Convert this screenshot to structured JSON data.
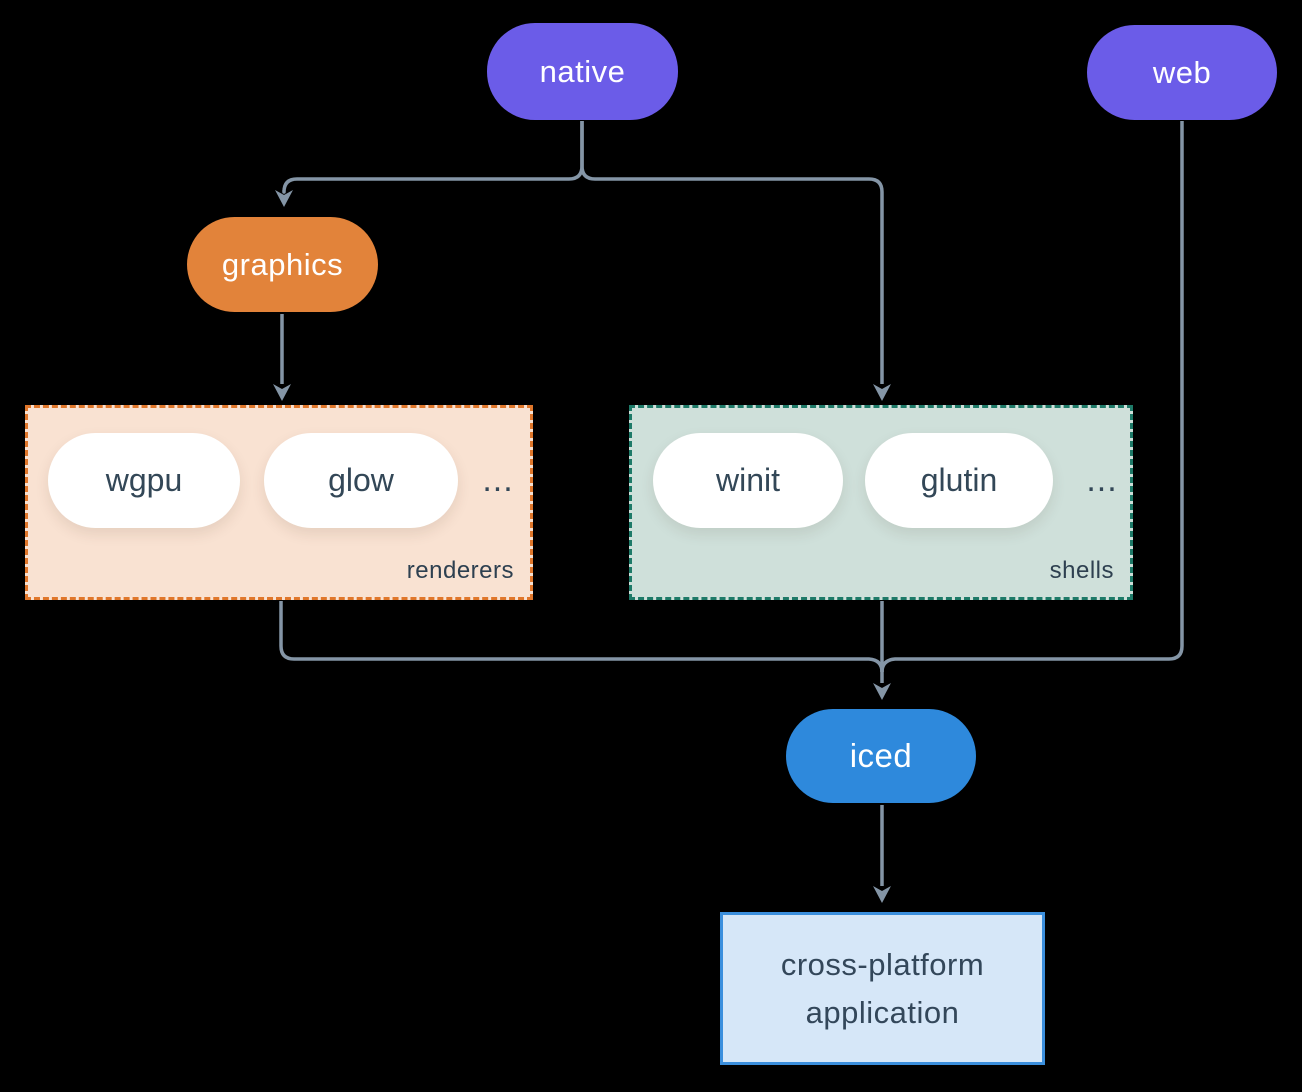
{
  "background": "#000000",
  "edge_color": "#8495a6",
  "nodes": {
    "native": {
      "label": "native",
      "fill": "#6b5ce8",
      "text_color": "#ffffff"
    },
    "web": {
      "label": "web",
      "fill": "#6b5ce8",
      "text_color": "#ffffff"
    },
    "graphics": {
      "label": "graphics",
      "fill": "#e2833a",
      "text_color": "#ffffff"
    },
    "iced": {
      "label": "iced",
      "fill": "#2e89dc",
      "text_color": "#ffffff"
    },
    "application": {
      "line1": "cross-platform",
      "line2": "application",
      "fill": "#d6e7f8",
      "border_color": "#3b8fdd",
      "text_color": "#33475a"
    }
  },
  "groups": {
    "renderers": {
      "label": "renderers",
      "fill": "#f9e2d2",
      "border_color": "#e0772b",
      "items": [
        {
          "label": "wgpu"
        },
        {
          "label": "glow"
        }
      ],
      "ellipsis": "..."
    },
    "shells": {
      "label": "shells",
      "fill": "#cfe0da",
      "border_color": "#1e7a68",
      "items": [
        {
          "label": "winit"
        },
        {
          "label": "glutin"
        }
      ],
      "ellipsis": "..."
    }
  },
  "pill_text_color": "#334757"
}
